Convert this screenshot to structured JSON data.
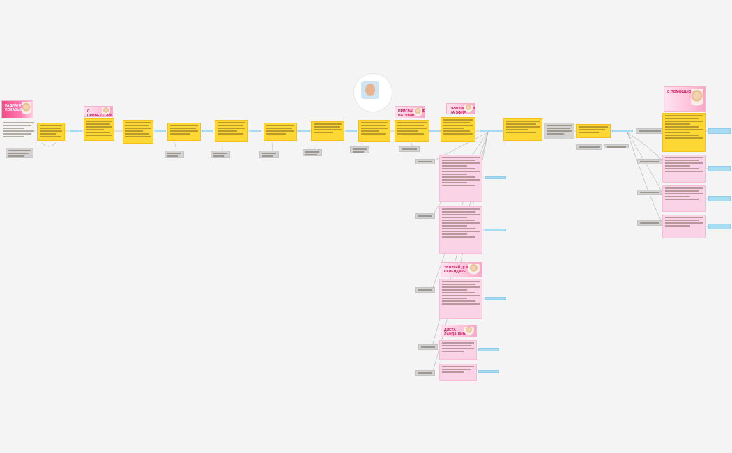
{
  "banners": {
    "b1": "РАДИАНТ ПОКАЗЫВАТЬ",
    "b2": "С ПРИВЕТСТВИЕМ НОВОЙ ЗАЯВКИ",
    "b3": "ПРИГЛАШЕНИЕ НА ЭФИР",
    "b4": "ПРИГЛАШЕНИЕ НА ЭФИР",
    "b5": "УЮТНЫЙ ДОМ В КАЛЕНДАРЕ",
    "b6": "ДИЕТА ЛАНДАШИНЕ",
    "b7": "С ПОМОЩЬЮ НА ТЫ"
  },
  "colors": {
    "yellow": "#fdd835",
    "pink": "#fbd3e6",
    "grey": "#d3d3d3",
    "blue": "#a9dcf2",
    "edge": "#b0b0b0"
  },
  "icons": {
    "avatar": "avatar-photo-icon"
  }
}
